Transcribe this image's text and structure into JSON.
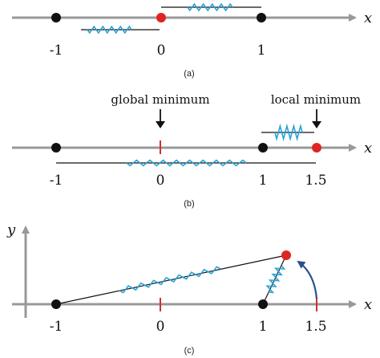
{
  "panels": {
    "a": {
      "caption": "(a)",
      "axis_label": "x",
      "ticks": [
        "-1",
        "0",
        "1"
      ]
    },
    "b": {
      "caption": "(b)",
      "axis_label": "x",
      "ticks": [
        "-1",
        "0",
        "1",
        "1.5"
      ],
      "annotations": {
        "global_min": "global minimum",
        "local_min": "local minimum"
      }
    },
    "c": {
      "caption": "(c)",
      "axis_label_x": "x",
      "axis_label_y": "y",
      "ticks": [
        "-1",
        "0",
        "1",
        "1.5"
      ]
    }
  },
  "colors": {
    "axis": "#999999",
    "spring": "#29a3d8",
    "rod": "#111111",
    "fixed_mass": "#111111",
    "moving_mass": "#e02424",
    "tick_mark": "#d23030",
    "motion_arrow": "#2b4f8f"
  }
}
